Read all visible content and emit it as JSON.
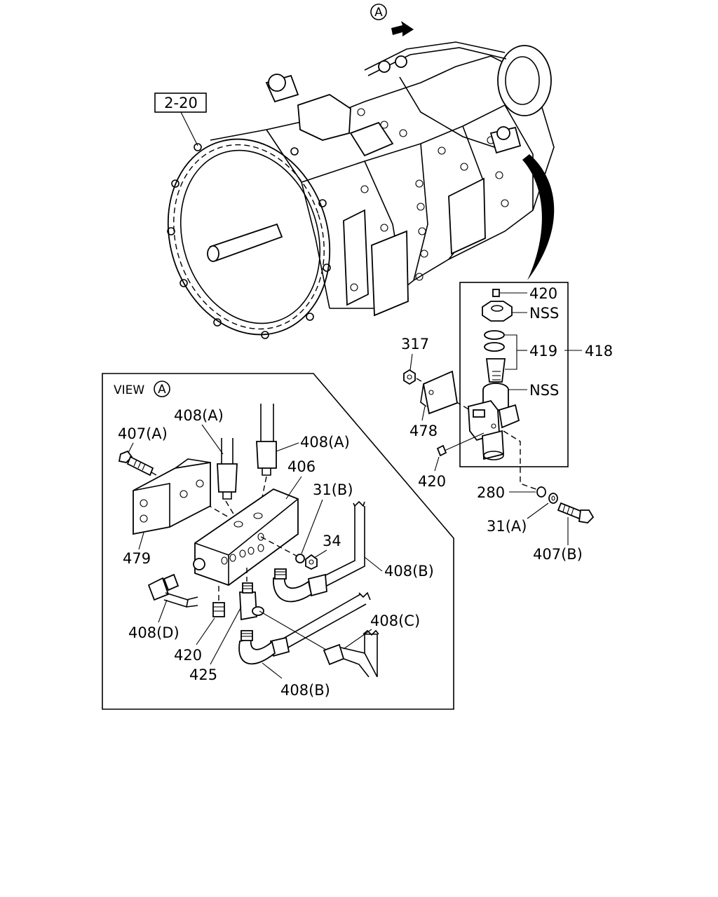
{
  "view_marker": "A",
  "labels": {
    "ref_2_20": "2-20",
    "view_title": "VIEW",
    "p420_top": "420",
    "nss_top": "NSS",
    "p419": "419",
    "p418": "418",
    "nss_mid": "NSS",
    "p317": "317",
    "p478": "478",
    "p420_mid": "420",
    "p280": "280",
    "p31a": "31(A)",
    "p407b": "407(B)",
    "p408a_1": "408(A)",
    "p408a_2": "408(A)",
    "p407a": "407(A)",
    "p406": "406",
    "p31b": "31(B)",
    "p34": "34",
    "p479": "479",
    "p408b_1": "408(B)",
    "p408d": "408(D)",
    "p408c": "408(C)",
    "p420_low": "420",
    "p425": "425",
    "p408b_2": "408(B)"
  }
}
